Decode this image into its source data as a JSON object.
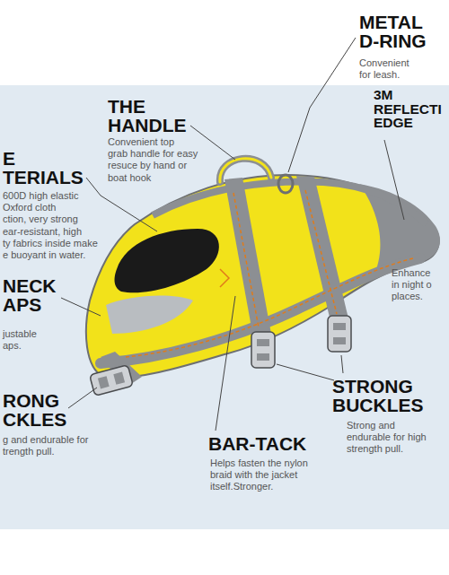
{
  "diagram": {
    "labels": [
      "METAL D-RING",
      "Convenient for leash.",
      "THE HANDLE",
      "Convenient top grab handle for easy resuce by hand or boat hook",
      "3M REFLECTI EDGE",
      "E TERIALS",
      "600D high elastic Oxford cloth ction, very strong ear-resistant, high ty fabrics inside make e buoyant in water.",
      "Enhance in night o places.",
      "NECK APS",
      "justable aps.",
      "STRONG BUCKLES",
      "RONG CKLES",
      "Strong and endurable for high strength pull.",
      "g and endurable for trength pull.",
      "BAR-TACK",
      "Helps fasten the nylon braid with the jacket itself.Stronger."
    ]
  }
}
